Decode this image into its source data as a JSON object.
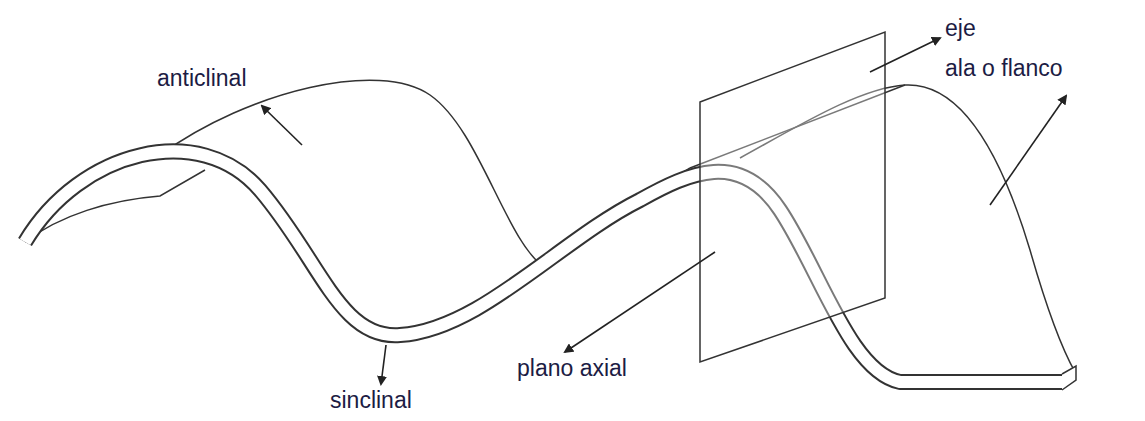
{
  "diagram": {
    "labels": [
      "anticlinal",
      "sinclinal",
      "plano axial",
      "eje",
      "ala o flanco"
    ]
  }
}
